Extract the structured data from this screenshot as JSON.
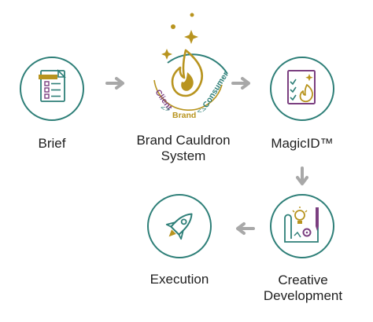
{
  "colors": {
    "teal": "#2e7f78",
    "gold": "#b8941f",
    "purple": "#7b3f80",
    "arrow": "#a8a8a8",
    "text": "#1e1e1e",
    "white": "#ffffff"
  },
  "steps": {
    "brief": {
      "label": "Brief",
      "icon": "checklist-document-icon"
    },
    "cauldron": {
      "line1": "Brand Cauldron",
      "line2": "System",
      "icon": "flame-icon",
      "ring": {
        "left": "Client",
        "center": "Brand",
        "right": "Consumer"
      }
    },
    "magicid": {
      "label": "MagicID™",
      "icon": "checklist-flame-document-icon"
    },
    "creative": {
      "line1": "Creative",
      "line2": "Development",
      "icon": "blueprint-lightbulb-icon"
    },
    "execution": {
      "label": "Execution",
      "icon": "rocket-icon"
    }
  },
  "connectors": [
    {
      "from": "brief",
      "to": "cauldron",
      "direction": "right"
    },
    {
      "from": "cauldron",
      "to": "magicid",
      "direction": "right"
    },
    {
      "from": "magicid",
      "to": "creative",
      "direction": "down"
    },
    {
      "from": "creative",
      "to": "execution",
      "direction": "left"
    }
  ]
}
